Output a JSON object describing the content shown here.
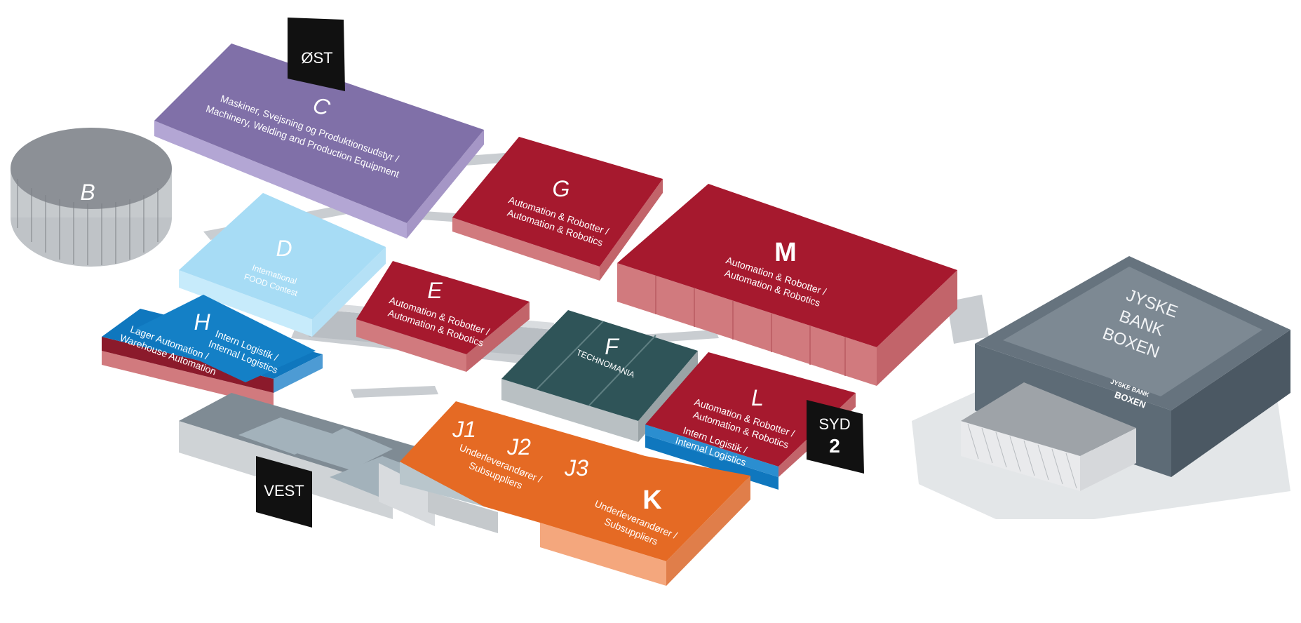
{
  "halls": {
    "B": {
      "letter": "B"
    },
    "C": {
      "letter": "C",
      "line1": "Maskiner, Svejsning og Produktionsudstyr /",
      "line2": "Machinery, Welding and Production Equipment"
    },
    "D": {
      "letter": "D",
      "line1": "International",
      "line2": "FOOD Contest"
    },
    "E": {
      "letter": "E",
      "line1": "Automation & Robotter /",
      "line2": "Automation & Robotics"
    },
    "F": {
      "letter": "F",
      "line1": "TECHNOMANIA"
    },
    "G": {
      "letter": "G",
      "line1": "Automation & Robotter /",
      "line2": "Automation & Robotics"
    },
    "H": {
      "letter": "H",
      "line1": "Intern Logistik /",
      "line2": "Internal Logistics",
      "line3": "Lager Automation /",
      "line4": "Warehouse Automation"
    },
    "J": {
      "j1": "J1",
      "j2": "J2",
      "j3": "J3",
      "line1": "Underleverandører /",
      "line2": "Subsuppliers"
    },
    "K": {
      "letter": "K",
      "line1": "Underleverandører /",
      "line2": "Subsuppliers"
    },
    "L": {
      "letter": "L",
      "line1": "Automation & Robotter /",
      "line2": "Automation & Robotics",
      "line3": "Intern Logistik /",
      "line4": "Internal Logistics"
    },
    "M": {
      "letter": "M",
      "line1": "Automation & Robotter /",
      "line2": "Automation & Robotics"
    }
  },
  "entrances": {
    "ost": {
      "label": "ØST"
    },
    "vest": {
      "label": "VEST"
    },
    "syd": {
      "label": "SYD",
      "number": "2"
    }
  },
  "arena": {
    "name_line1": "JYSKE",
    "name_line2": "BANK",
    "name_line3": "BOXEN",
    "logo_small": "JYSKE BANK",
    "logo_big": "BOXEN"
  },
  "colors": {
    "purple": "#8070a8",
    "red": "#a6192e",
    "orange": "#e56a24",
    "light_blue": "#a7dcf5",
    "blue": "#0f77be",
    "dark_teal": "#2f5458",
    "grey": "#8c9096",
    "arena_grey": "#66737e"
  }
}
